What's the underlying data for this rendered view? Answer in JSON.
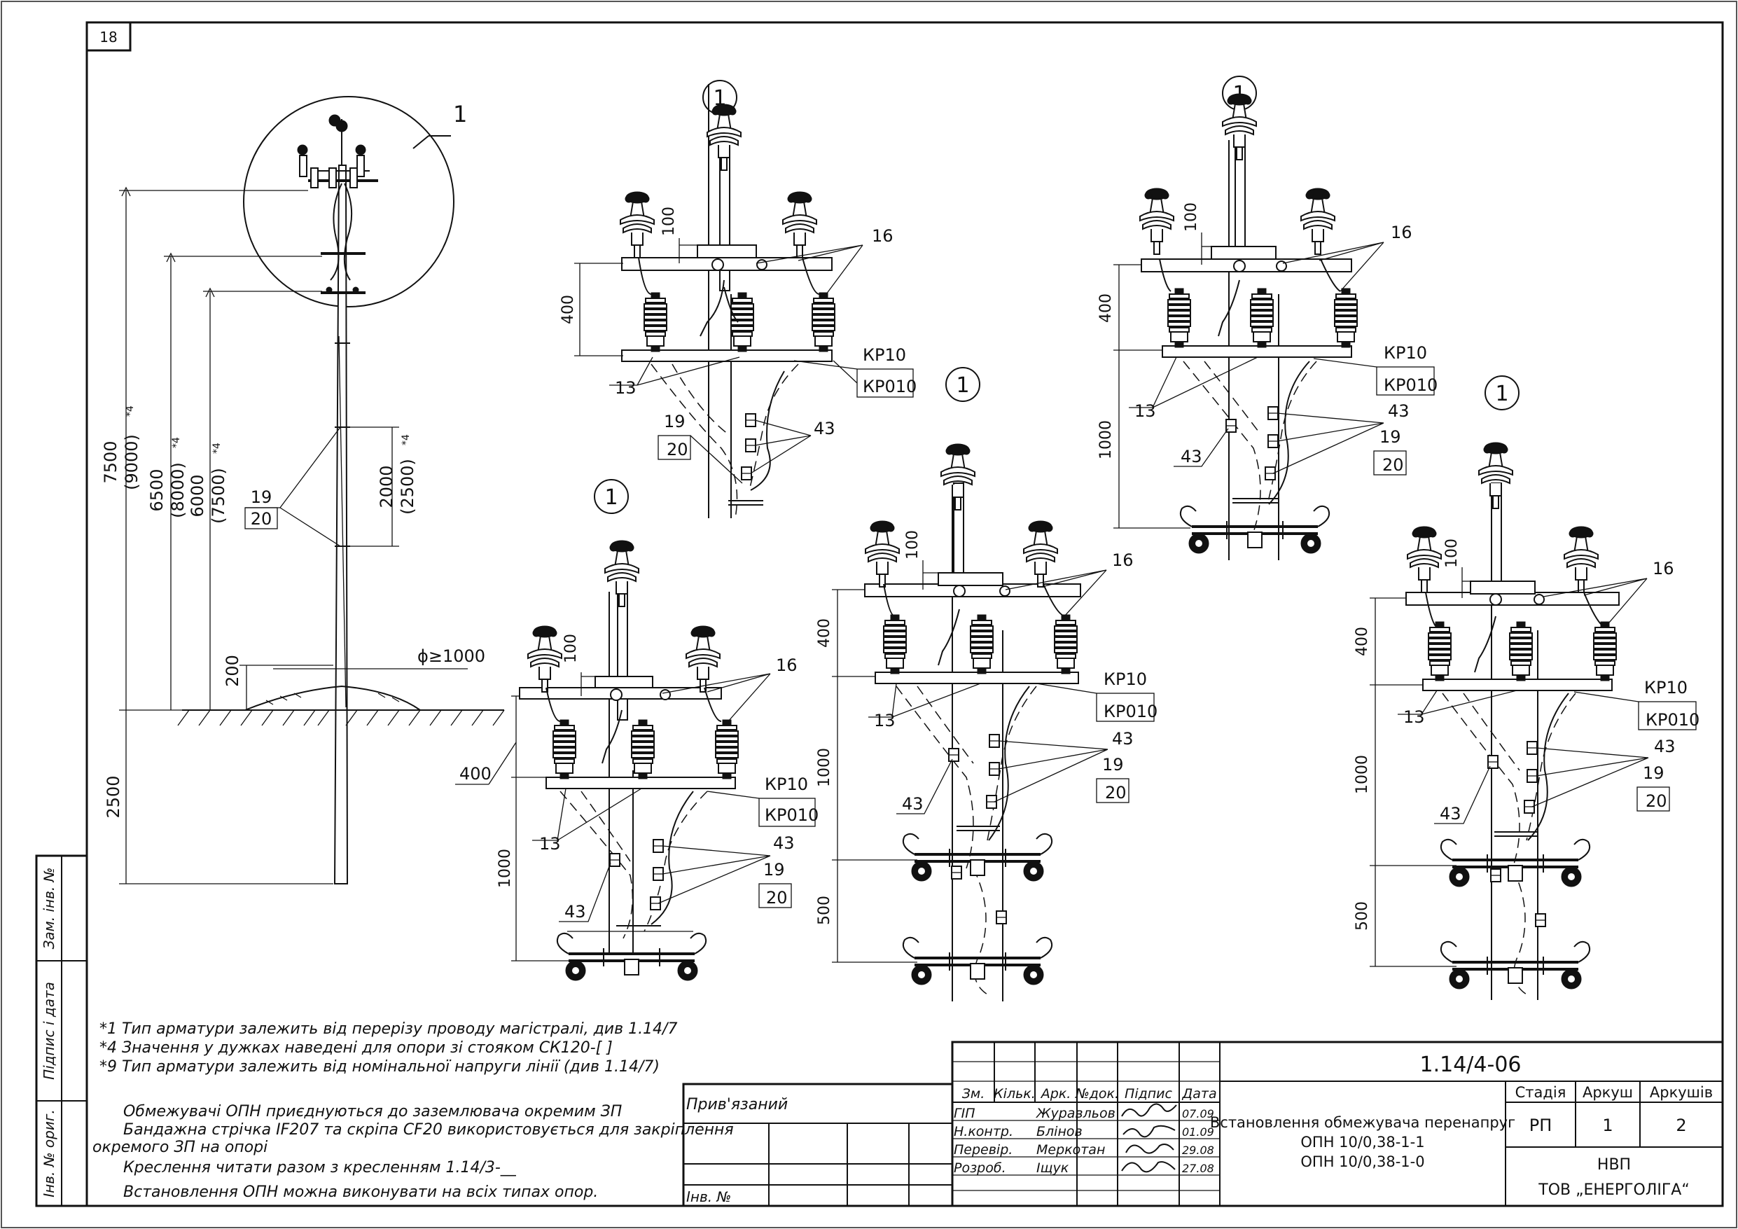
{
  "sheet": {
    "page_number": "18",
    "side_stamps": [
      "Зам. інв. №",
      "Підпис і дата",
      "Інв. № ориг."
    ]
  },
  "overview": {
    "callout": "1",
    "dims": {
      "d7500": "7500",
      "d9000": "(9000)",
      "d9000_note": "*4",
      "d6500": "6500",
      "d8000": "(8000)",
      "d8000_note": "*4",
      "d6000": "6000",
      "d7500b": "(7500)",
      "d7500b_note": "*4",
      "d2000": "2000",
      "d2500": "(2500)",
      "d2500_note": "*4",
      "d200": "200",
      "d2500b": "2500",
      "phi": "ϕ≥1000"
    },
    "labels": {
      "l19": "19",
      "l20": "20"
    }
  },
  "detail_common": {
    "callout": "1",
    "dim100": "100",
    "dim400": "400",
    "dim1000": "1000",
    "dim500": "500",
    "l16": "16",
    "l13": "13",
    "l19": "19",
    "l20": "20",
    "l43": "43",
    "kp10": "КР10",
    "kp010": "КР010"
  },
  "notes": [
    "*1 Тип арматури залежить від перерізу проводу магістралі, див 1.14/7",
    "*4 Значення у дужках наведені для опори зі стояком СК120-[ ]",
    "*9  Тип арматури залежить від номінальної напруги лінії (див 1.14/7)"
  ],
  "instructions": [
    "Обмежувачі ОПН приєднуються до заземлювача окремим ЗП",
    "Бандажна стрічка IF207 та скріпа CF20 використовується для закріплення",
    "окремого ЗП на опорі",
    "Креслення читати разом з кресленням 1.14/3-__",
    "Встановлення ОПН можна виконувати на всіх типах опор."
  ],
  "title_block": {
    "bound_label": "Прив'язаний",
    "inv_label": "Інв. №",
    "col_headers": [
      "Зм.",
      "Кільк.",
      "Арк.",
      "№док.",
      "Підпис",
      "Дата"
    ],
    "roles": [
      {
        "role": "ГІП",
        "name": "Журавльов",
        "date": "07.09"
      },
      {
        "role": "Н.контр.",
        "name": "Блінов",
        "date": "01.09"
      },
      {
        "role": "Перевір.",
        "name": "Меркотан",
        "date": "29.08"
      },
      {
        "role": "Розроб.",
        "name": "Іщук",
        "date": "27.08"
      }
    ],
    "doc_code": "1.14/4-06",
    "title_lines": [
      "Встановлення обмежувача перенапруг",
      "ОПН 10/0,38-1-1",
      "ОПН 10/0,38-1-0"
    ],
    "stage_label": "Стадія",
    "sheet_label": "Аркуш",
    "sheets_label": "Аркушів",
    "stage": "РП",
    "sheet": "1",
    "sheets": "2",
    "company_line1": "НВП",
    "company_line2": "ТОВ „ЕНЕРГОЛІГА“"
  }
}
